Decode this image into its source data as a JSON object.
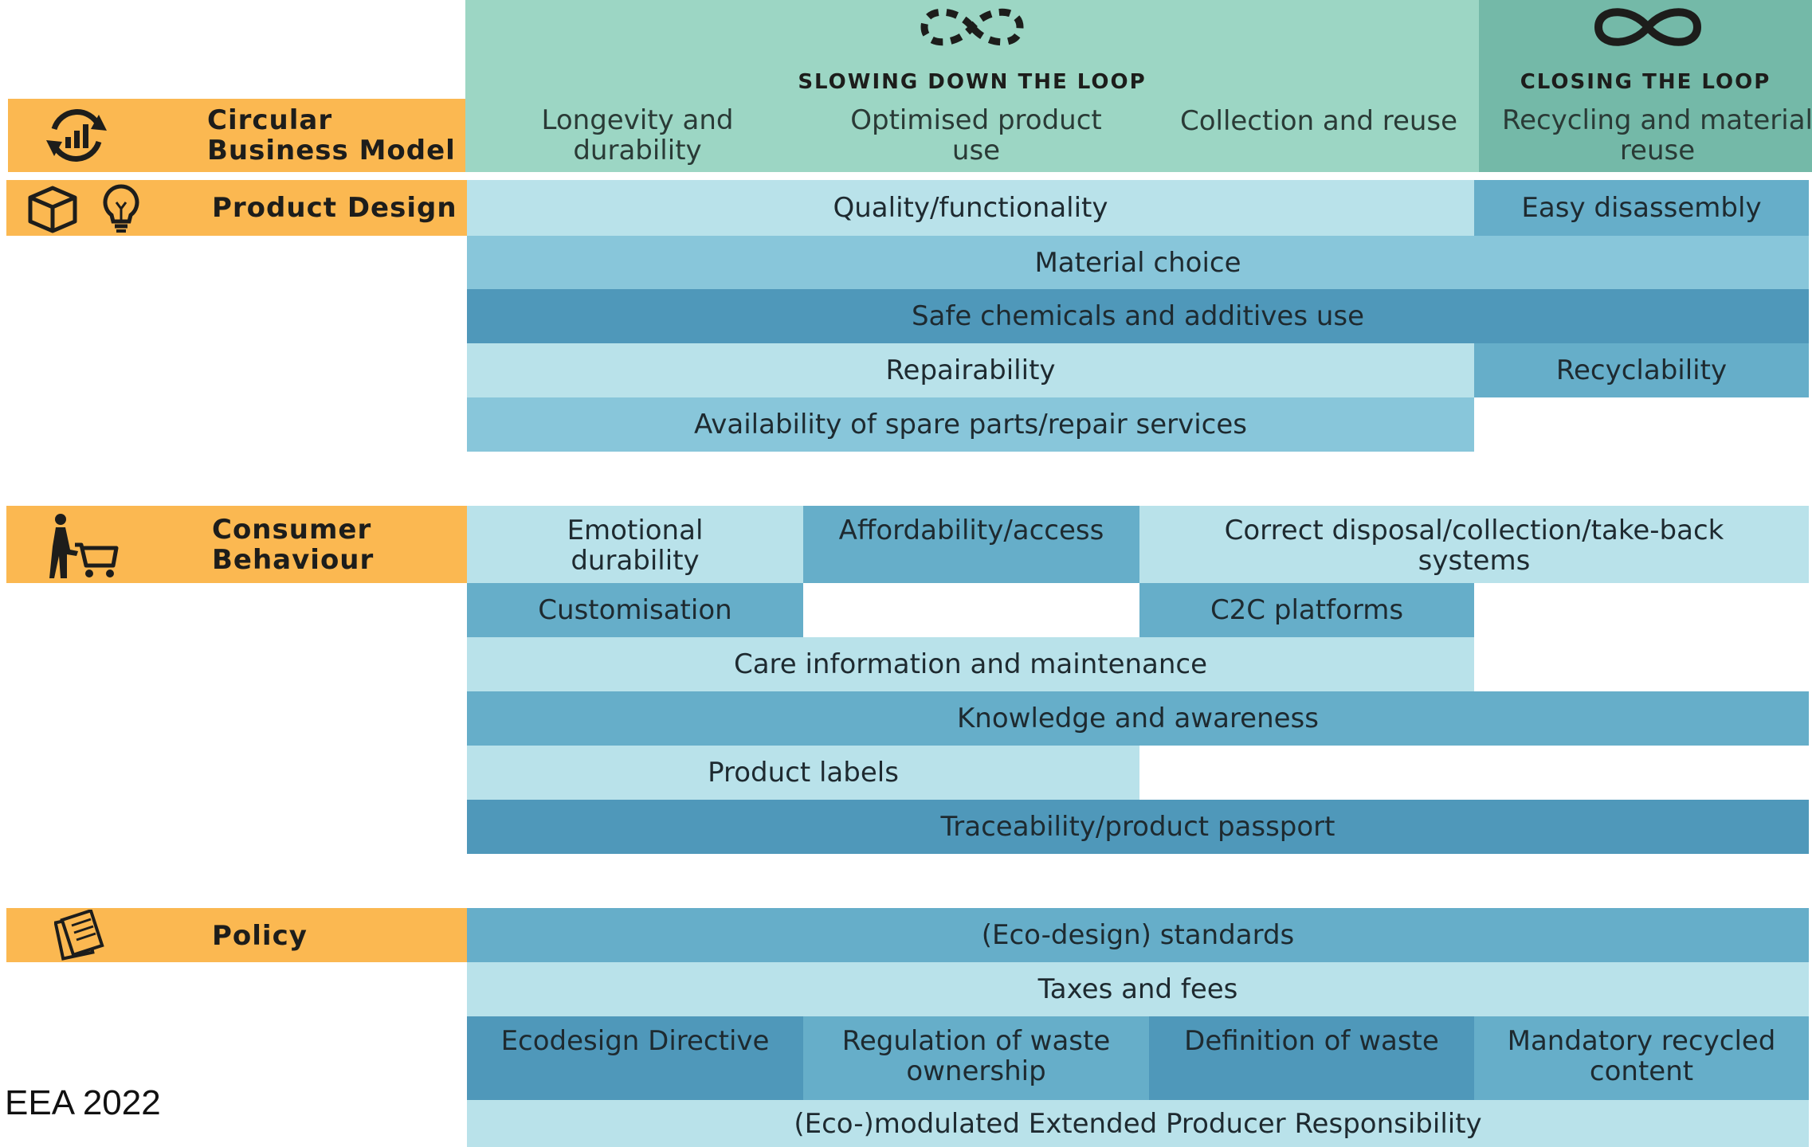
{
  "header": {
    "slowing_title": "SLOWING DOWN THE LOOP",
    "closing_title": "CLOSING THE LOOP",
    "columns": [
      "Longevity and durability",
      "Optimised product use",
      "Collection and reuse",
      "Recycling and material reuse"
    ]
  },
  "sections": {
    "business_model": "Circular Business Model",
    "product_design": "Product Design",
    "consumer_behaviour": "Consumer Behaviour",
    "policy": "Policy"
  },
  "product_design": {
    "quality": "Quality/functionality",
    "easy_disassembly": "Easy disassembly",
    "material_choice": "Material choice",
    "safe_chemicals": "Safe chemicals and additives use",
    "repairability": "Repairability",
    "recyclability": "Recyclability",
    "spare_parts": "Availability of spare parts/repair services"
  },
  "consumer": {
    "emotional": "Emotional durability",
    "affordability": "Affordability/access",
    "disposal": "Correct disposal/collection/take-back systems",
    "customisation": "Customisation",
    "c2c": "C2C platforms",
    "care": "Care information and maintenance",
    "knowledge": "Knowledge and awareness",
    "labels": "Product labels",
    "traceability": "Traceability/product passport"
  },
  "policy": {
    "standards": "(Eco-design) standards",
    "taxes": "Taxes and fees",
    "ecodesign": "Ecodesign Directive",
    "waste_ownership": "Regulation of waste ownership",
    "waste_definition": "Definition of waste",
    "recycled_content": "Mandatory recycled content",
    "epr": "(Eco-)modulated Extended Producer Responsibility"
  },
  "credit": "EEA 2022",
  "colors": {
    "orange": "#fbb851",
    "header_green": "#9cd6c4",
    "header_dark_green": "#74b9a8",
    "light_blue": "#b9e2ea",
    "mid_blue": "#88c6da",
    "blue": "#66aec9",
    "dark_blue": "#4f98ba"
  },
  "icons": [
    "loop-dashed-icon",
    "infinity-icon",
    "business-cycle-icon",
    "box-icon",
    "lightbulb-icon",
    "shopper-cart-icon",
    "documents-icon"
  ]
}
